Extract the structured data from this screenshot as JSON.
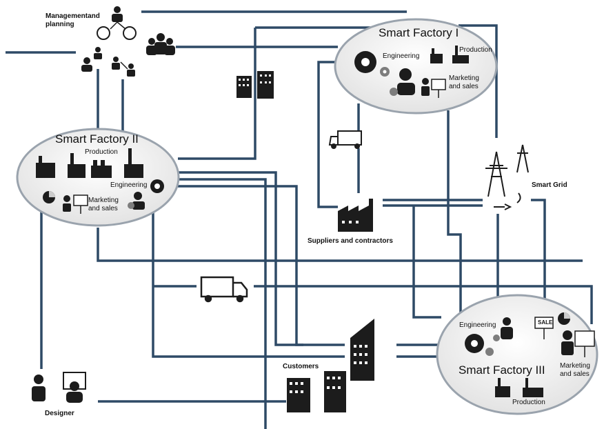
{
  "colors": {
    "line": "#2e4a66",
    "node": "#1c1c1c",
    "ellipse_fill": "#f2f2f2",
    "ellipse_stroke": "#9aa3ad"
  },
  "management": {
    "label": "Managementand\nplanning"
  },
  "smart_factory_1": {
    "title": "Smart Factory I",
    "engineering": "Engineering",
    "production": "Production",
    "marketing": "Marketing\nand sales"
  },
  "smart_factory_2": {
    "title": "Smart Factory II",
    "production": "Production",
    "engineering": "Engineering",
    "marketing": "Marketing\nand sales"
  },
  "smart_factory_3": {
    "title": "Smart Factory III",
    "engineering": "Engineering",
    "production": "Production",
    "marketing": "Marketing\nand sales",
    "sale_sign": "SALE"
  },
  "smart_grid": {
    "label": "Smart Grid"
  },
  "suppliers": {
    "label": "Suppliers and contractors"
  },
  "customers": {
    "label": "Customers"
  },
  "designer": {
    "label": "Designer"
  },
  "icons": [
    "people-network-icon",
    "office-buildings-icon",
    "truck-icon",
    "power-tower-icon",
    "factory-icon",
    "gear-icon",
    "engineer-icon",
    "presenter-icon",
    "skyscraper-icon",
    "designer-icon",
    "pie-chart-icon",
    "plug-icon"
  ]
}
